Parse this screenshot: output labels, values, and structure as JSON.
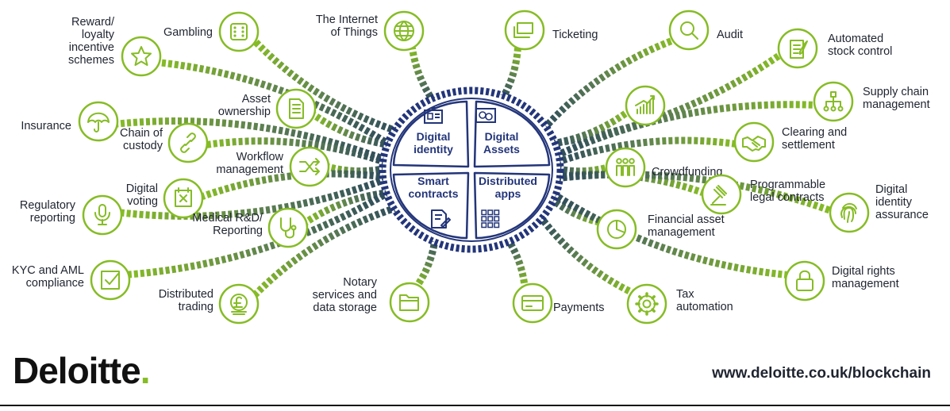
{
  "brand": {
    "name": "Deloitte",
    "dot": ".",
    "url": "www.deloitte.co.uk/blockchain",
    "colors": {
      "green": "#86bc25",
      "navy": "#23357a",
      "dark_teal": "#2d4a5b",
      "text": "#1f2430"
    }
  },
  "center": {
    "quadrants": [
      {
        "id": "digital-identity",
        "lines": [
          "Digital",
          "identity"
        ],
        "icon": "id-card-icon"
      },
      {
        "id": "digital-assets",
        "lines": [
          "Digital",
          "Assets"
        ],
        "icon": "coins-screen-icon"
      },
      {
        "id": "smart-contracts",
        "lines": [
          "Smart",
          "contracts"
        ],
        "icon": "document-pen-icon"
      },
      {
        "id": "distributed-apps",
        "lines": [
          "Distributed",
          "apps"
        ],
        "icon": "app-grid-icon"
      }
    ]
  },
  "use_cases": [
    {
      "id": "gambling",
      "lines": [
        "Gambling"
      ],
      "icon": "dice-icon"
    },
    {
      "id": "reward-loyalty",
      "lines": [
        "Reward/",
        "loyalty",
        "incentive",
        "schemes"
      ],
      "icon": "star-icon"
    },
    {
      "id": "internet-of-things",
      "lines": [
        "The Internet",
        "of Things"
      ],
      "icon": "globe-icon"
    },
    {
      "id": "insurance",
      "lines": [
        "Insurance"
      ],
      "icon": "umbrella-icon"
    },
    {
      "id": "asset-ownership",
      "lines": [
        "Asset",
        "ownership"
      ],
      "icon": "document-icon"
    },
    {
      "id": "chain-of-custody",
      "lines": [
        "Chain of",
        "custody"
      ],
      "icon": "link-icon"
    },
    {
      "id": "workflow-management",
      "lines": [
        "Workflow",
        "management"
      ],
      "icon": "shuffle-icon"
    },
    {
      "id": "digital-voting",
      "lines": [
        "Digital",
        "voting"
      ],
      "icon": "ballot-icon"
    },
    {
      "id": "regulatory-reporting",
      "lines": [
        "Regulatory",
        "reporting"
      ],
      "icon": "microphone-icon"
    },
    {
      "id": "medical-rd",
      "lines": [
        "Medical R&D/",
        "Reporting"
      ],
      "icon": "stethoscope-icon"
    },
    {
      "id": "kyc-aml",
      "lines": [
        "KYC and AML",
        "compliance"
      ],
      "icon": "checkbox-icon"
    },
    {
      "id": "distributed-trading",
      "lines": [
        "Distributed",
        "trading"
      ],
      "icon": "pound-coin-icon"
    },
    {
      "id": "notary-services",
      "lines": [
        "Notary",
        "services and",
        "data storage"
      ],
      "icon": "folder-icon"
    },
    {
      "id": "ticketing",
      "lines": [
        "Ticketing"
      ],
      "icon": "ticket-icon"
    },
    {
      "id": "audit",
      "lines": [
        "Audit"
      ],
      "icon": "magnifier-icon"
    },
    {
      "id": "automated-stock-control",
      "lines": [
        "Automated",
        "stock control"
      ],
      "icon": "clipboard-icon"
    },
    {
      "id": "supply-chain",
      "lines": [
        "Supply chain",
        "management"
      ],
      "icon": "hierarchy-icon"
    },
    {
      "id": "growth",
      "lines": [],
      "icon": "bar-chart-icon"
    },
    {
      "id": "clearing-settlement",
      "lines": [
        "Clearing and",
        "settlement"
      ],
      "icon": "handshake-icon"
    },
    {
      "id": "crowdfunding",
      "lines": [
        "Crowdfunding"
      ],
      "icon": "people-icon"
    },
    {
      "id": "programmable-contracts",
      "lines": [
        "Programmable",
        "legal contracts"
      ],
      "icon": "gavel-icon"
    },
    {
      "id": "financial-asset-mgmt",
      "lines": [
        "Financial asset",
        "management"
      ],
      "icon": "pie-chart-icon"
    },
    {
      "id": "digital-identity-assurance",
      "lines": [
        "Digital",
        "identity",
        "assurance"
      ],
      "icon": "fingerprint-icon"
    },
    {
      "id": "digital-rights",
      "lines": [
        "Digital rights",
        "management"
      ],
      "icon": "padlock-icon"
    },
    {
      "id": "payments",
      "lines": [
        "Payments"
      ],
      "icon": "card-icon"
    },
    {
      "id": "tax-automation",
      "lines": [
        "Tax",
        "automation"
      ],
      "icon": "gear-icon"
    }
  ]
}
